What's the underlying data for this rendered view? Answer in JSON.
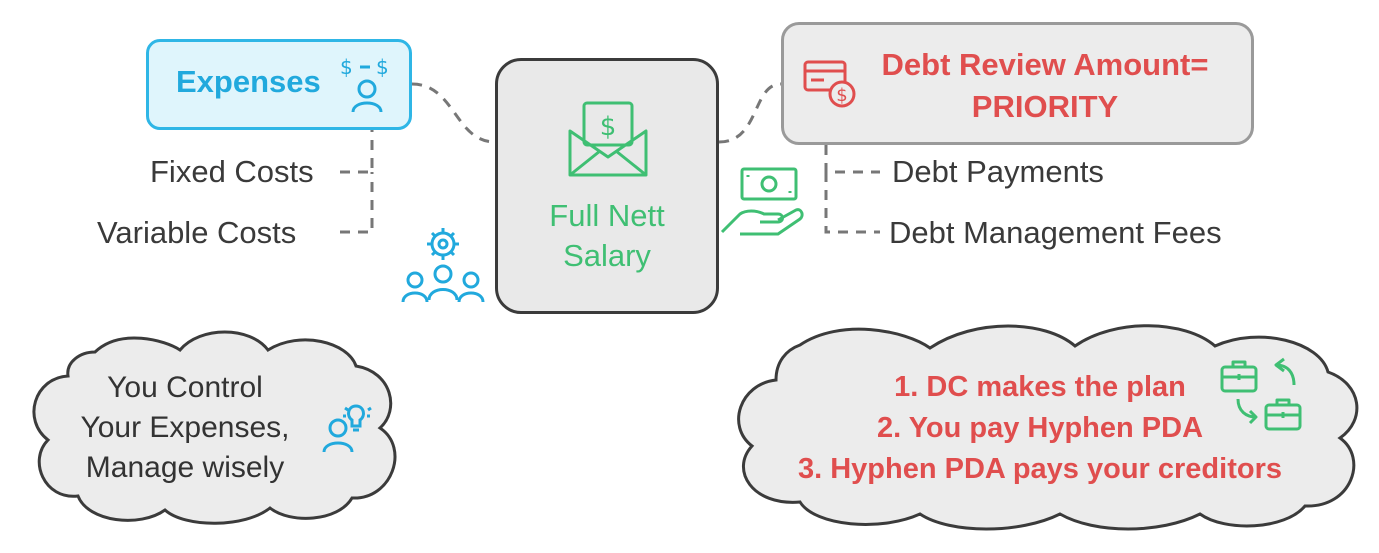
{
  "center": {
    "label": "Full Nett\nSalary",
    "icon": "salary-envelope-icon"
  },
  "expenses": {
    "title": "Expenses",
    "icon": "money-person-icon",
    "branches": [
      "Fixed Costs",
      "Variable Costs"
    ]
  },
  "debt_review": {
    "title": "Debt Review Amount=\nPRIORITY",
    "icon": "credit-card-dollar-icon",
    "branches": [
      "Debt Payments",
      "Debt Management Fees"
    ]
  },
  "clouds": {
    "left": {
      "text": "You Control\nYour Expenses,\nManage wisely",
      "icon": "person-idea-icon"
    },
    "right": {
      "steps": [
        "1. DC makes the plan",
        "2. You pay Hyphen PDA",
        "3. Hyphen PDA pays your creditors"
      ],
      "icon": "briefcase-exchange-icon"
    }
  },
  "decor_icons": [
    "team-gear-icon",
    "hand-cash-icon"
  ],
  "colors": {
    "expenses_accent": "#21a9dd",
    "salary_green": "#3fbf73",
    "debt_red": "#e04e4e",
    "cloud_fill": "#ececec"
  }
}
